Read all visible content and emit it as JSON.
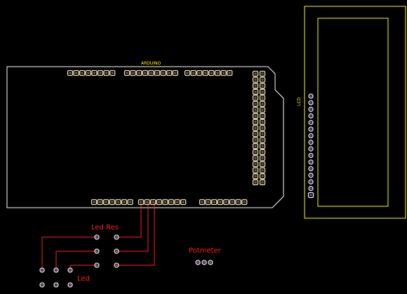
{
  "labels": {
    "arduino": "ARDUINO",
    "lcd": "LCD",
    "led_res": "Led Res",
    "led": "Led",
    "potmeter": "Potmeter"
  },
  "colors": {
    "background": "#000000",
    "board_outline": "#ffffff",
    "silkscreen": "#ffff00",
    "pad_ring": "#e6e0a8",
    "pad_hole": "#6a4a6a",
    "trace": "#ff2020",
    "lcd_pad_ring": "#ece8ff",
    "lcd_pad_hole": "#6a4a8a",
    "label_text": "#ff2020"
  }
}
